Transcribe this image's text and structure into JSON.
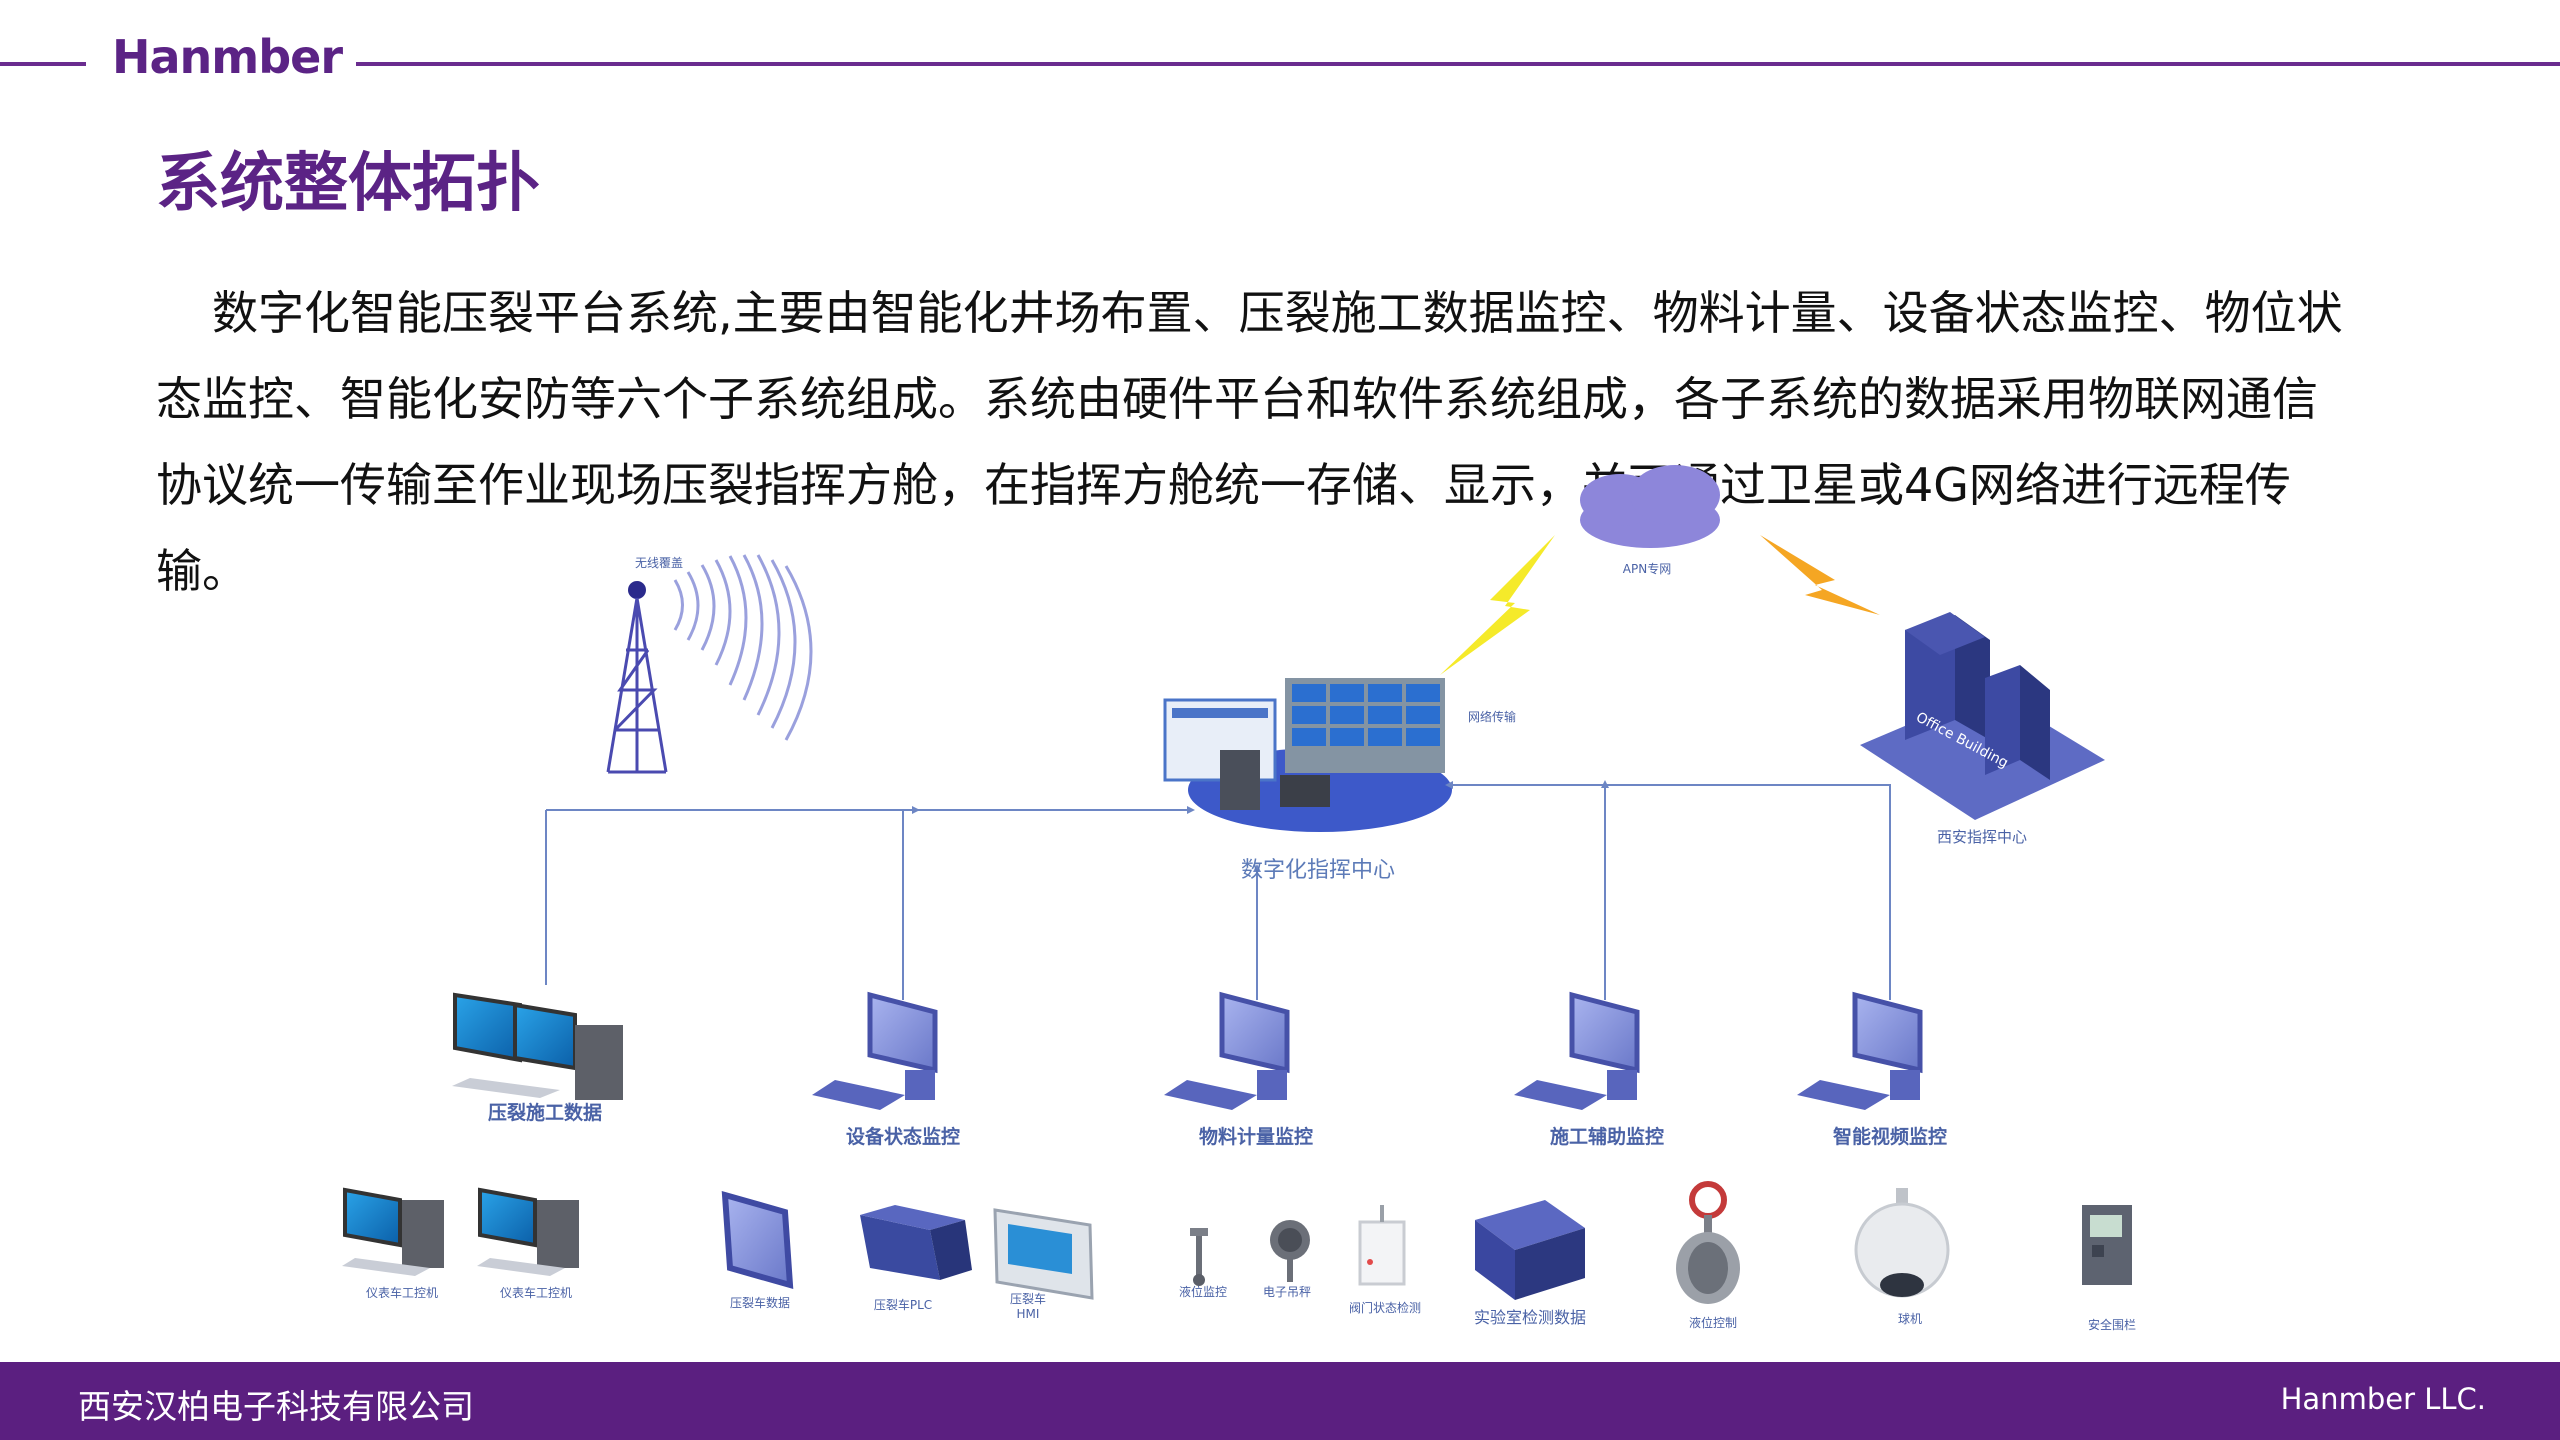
{
  "header": {
    "logo": "Hanmber"
  },
  "page": {
    "title": "系统整体拓扑",
    "paragraph": "数字化智能压裂平台系统,主要由智能化井场布置、压裂施工数据监控、物料计量、设备状态监控、物位状态监控、智能化安防等六个子系统组成。系统由硬件平台和软件系统组成，各子系统的数据采用物联网通信协议统一传输至作业现场压裂指挥方舱，在指挥方舱统一存储、显示，并可通过卫星或4G网络进行远程传输。"
  },
  "diagram": {
    "tower_label": "无线覆盖",
    "cloud_label": "APN专网",
    "network_label": "网络传输",
    "center_label": "数字化指挥中心",
    "office_label": "西安指挥中心",
    "building_text": "Office Building",
    "subsystems": [
      "压裂施工数据",
      "设备状态监控",
      "物料计量监控",
      "施工辅助监控",
      "智能视频监控"
    ],
    "devices": [
      "仪表车工控机",
      "仪表车工控机",
      "压裂车数据",
      "压裂车PLC",
      "压裂车HMI",
      "液位监控",
      "电子吊秤",
      "阀门状态检测",
      "实验室检测数据",
      "液位控制",
      "球机",
      "安全围栏"
    ]
  },
  "footer": {
    "company": "西安汉柏电子科技有限公司",
    "right": "Hanmber LLC."
  },
  "colors": {
    "brand": "#5b2385",
    "footer": "#5b1f80",
    "diagram": "#4a62a6"
  }
}
